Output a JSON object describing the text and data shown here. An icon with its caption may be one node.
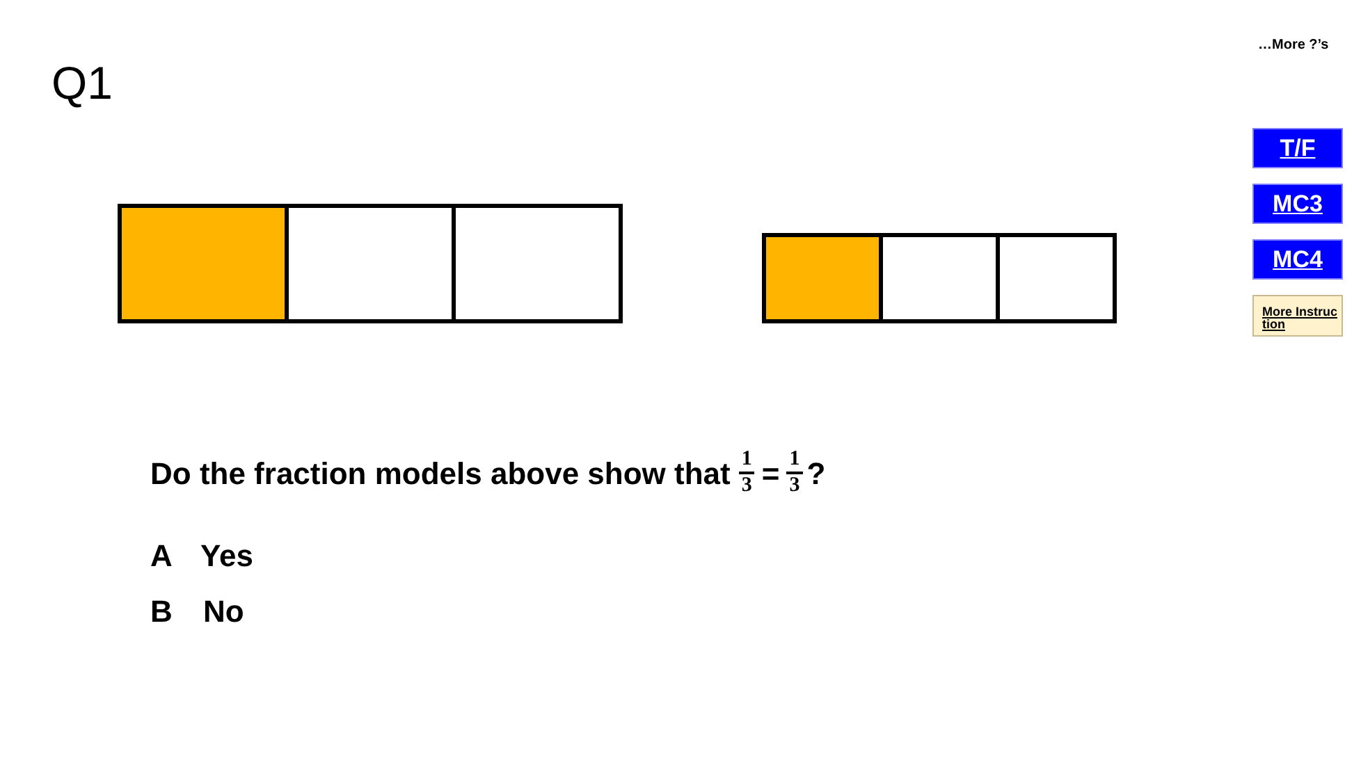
{
  "diagram": {
    "title": "Q1",
    "nodes": [
      {
        "text": [
          "T/F"
        ]
      },
      {
        "text": [
          "MC3"
        ]
      },
      {
        "text": [
          "MC4"
        ]
      },
      {
        "text": [
          "More Instruction"
        ]
      }
    ],
    "labels": [
      "…More ?’s",
      "Do the fraction models above show that",
      "1",
      "3",
      "=",
      "1",
      "3",
      "?",
      "A",
      "Yes",
      "B",
      "No"
    ]
  }
}
